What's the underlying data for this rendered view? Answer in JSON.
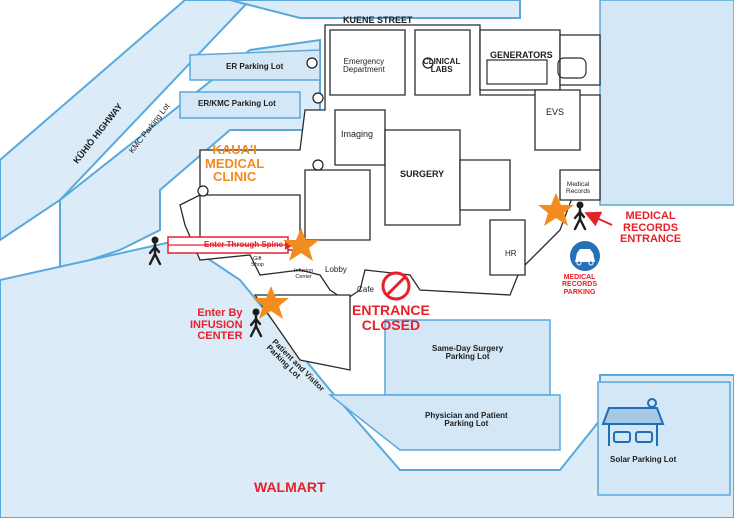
{
  "streets": {
    "kuene": "KUENE STREET",
    "kuhio": "KŪHIŌ HIGHWAY",
    "kmc_lot": "KMC Parking Lot",
    "walmart": "WALMART"
  },
  "parking": {
    "er": "ER Parking Lot",
    "er_kmc": "ER/KMC Parking Lot",
    "patient_visitor": [
      "Patient and Visitor",
      "Parking Lot"
    ],
    "same_day": [
      "Same-Day Surgery",
      "Parking Lot"
    ],
    "physician": [
      "Physician and Patient",
      "Parking Lot"
    ],
    "solar": "Solar Parking Lot",
    "medical_records": [
      "MEDICAL",
      "RECORDS",
      "PARKING"
    ]
  },
  "buildings": {
    "emergency": [
      "Emergency",
      "Department"
    ],
    "clinical_labs": [
      "CLINICAL",
      "LABS"
    ],
    "generators": "GENERATORS",
    "evs": "EVS",
    "imaging": "Imaging",
    "surgery": "SURGERY",
    "hr": "HR",
    "medical_records": [
      "Medical",
      "Records"
    ],
    "lobby": "Lobby",
    "cafe": "Cafe",
    "gift_shop": [
      "Gift",
      "Shop"
    ],
    "infusion_center_small": [
      "Infusion",
      "Center"
    ],
    "kauai_clinic": [
      "KAUA'I",
      "MEDICAL",
      "CLINIC"
    ]
  },
  "callouts": {
    "enter_spine": "Enter Through Spine",
    "enter_infusion": [
      "Enter By",
      "INFUSION",
      "CENTER"
    ],
    "entrance_closed": [
      "ENTRANCE",
      "CLOSED"
    ],
    "medical_records_entrance": [
      "MEDICAL",
      "RECORDS",
      "ENTRANCE"
    ]
  },
  "colors": {
    "road": "#dbecf8",
    "road_outline": "#59a9dc",
    "parking_fill": "#d3e7f6",
    "building_fill": "#ffffff",
    "building_stroke": "#2b2b2b",
    "accent_red": "#e8202a",
    "accent_orange": "#f28c1e",
    "solar_blue": "#1e6fb5"
  },
  "icons": [
    "pedestrian-icon",
    "elevator-icon",
    "restroom-icon",
    "star-marker-icon",
    "no-entry-icon",
    "car-icon",
    "solar-carport-icon",
    "arrow-icon"
  ]
}
